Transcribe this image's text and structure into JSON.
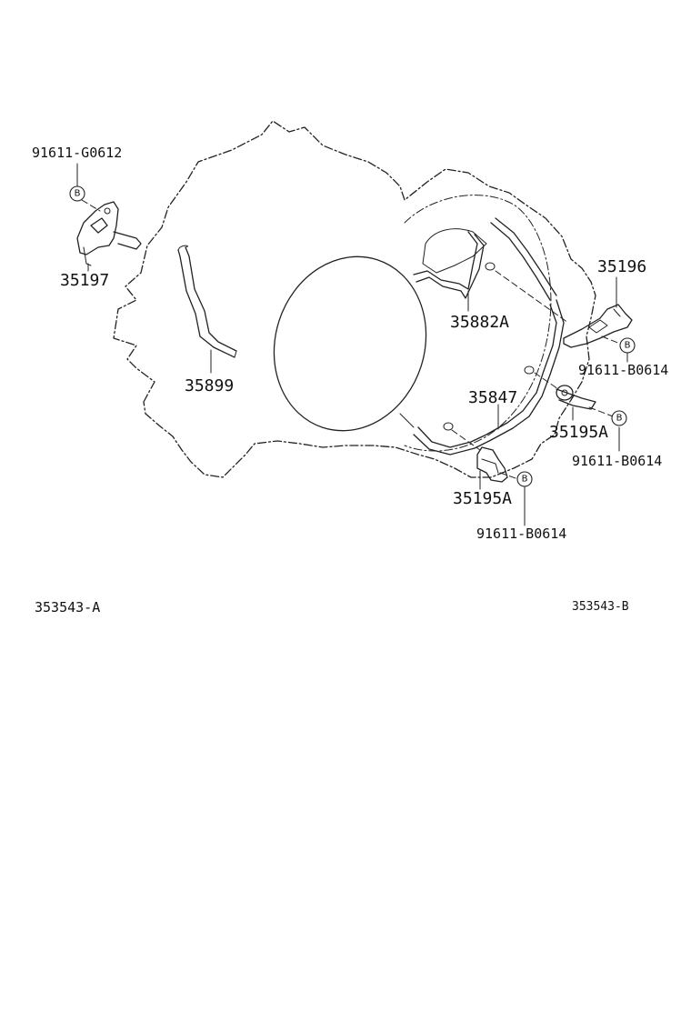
{
  "labels": {
    "bolt_g0612": "91611-G0612",
    "clamp_35197": "35197",
    "tube_35899": "35899",
    "tube_35882a": "35882A",
    "clamp_35196": "35196",
    "bolt_b0614_a": "91611-B0614",
    "tube_35847": "35847",
    "clamp_35195a_right": "35195A",
    "bolt_b0614_b": "91611-B0614",
    "clamp_35195a_bottom": "35195A",
    "bolt_b0614_c": "91611-B0614",
    "ref_left": "353543-A",
    "ref_right": "353543-B"
  },
  "bolt_symbol": "B",
  "colors": {
    "line": "#222222",
    "text": "#111111",
    "background": "#ffffff"
  }
}
